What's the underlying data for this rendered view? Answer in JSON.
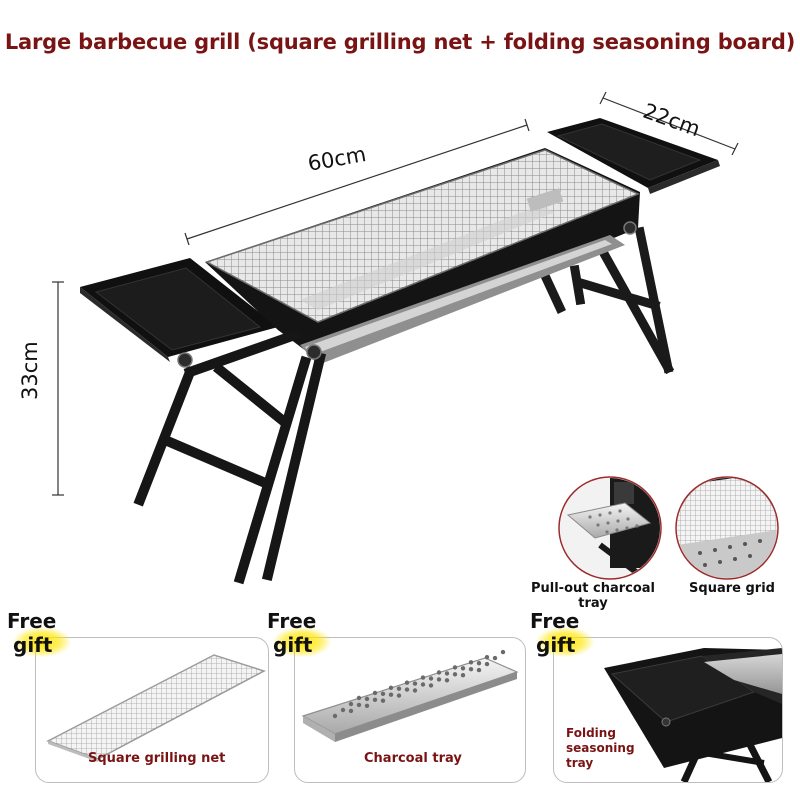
{
  "title": "Large barbecue grill (square grilling net + folding seasoning board)",
  "dimensions": {
    "length": "60cm",
    "width": "22cm",
    "height": "33cm"
  },
  "details": [
    {
      "caption": "Pull-out charcoal tray"
    },
    {
      "caption": "Square grid"
    }
  ],
  "gifts": [
    {
      "badge_line1": "Free",
      "badge_line2": "gift",
      "caption": "Square grilling net"
    },
    {
      "badge_line1": "Free",
      "badge_line2": "gift",
      "caption": "Charcoal tray"
    },
    {
      "badge_line1": "Free",
      "badge_line2": "gift",
      "caption_lines": [
        "Folding",
        "seasoning",
        "tray"
      ]
    }
  ],
  "colors": {
    "title": "#7a1414",
    "caption": "#7a1414",
    "badge_glow": "#ffe600",
    "grill_body": "#141414",
    "steel": "#c8c8c8"
  }
}
